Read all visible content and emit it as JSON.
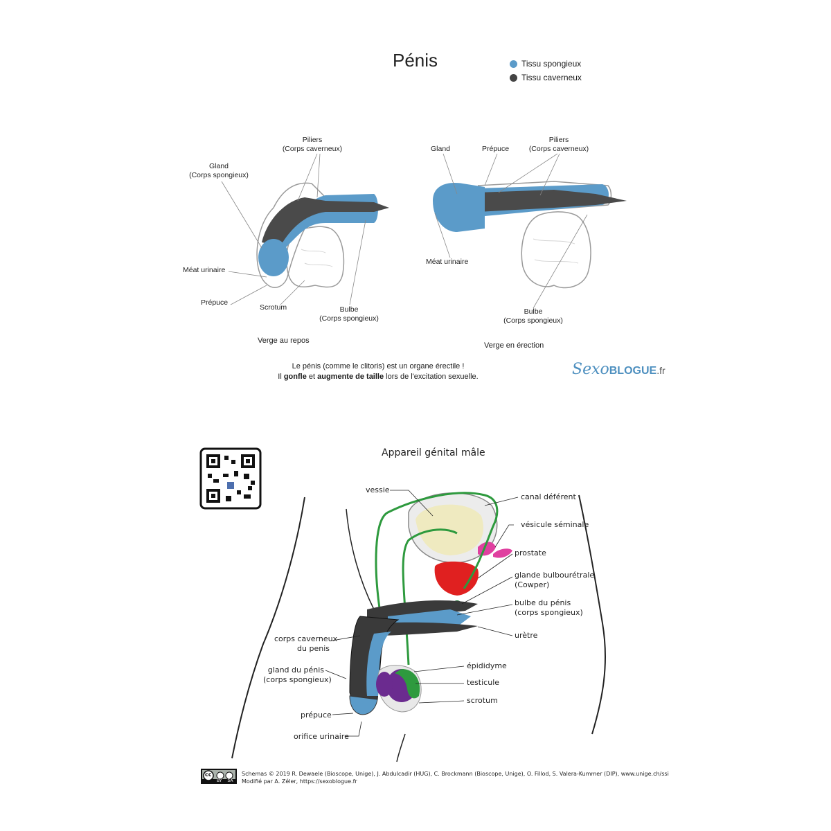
{
  "header": {
    "title": "Pénis",
    "legend": [
      {
        "label": "Tissu spongieux",
        "color": "#5b9bc9"
      },
      {
        "label": "Tissu caverneux",
        "color": "#444444"
      }
    ]
  },
  "colors": {
    "spongy": "#5b9bc9",
    "cavernous": "#4a4a4a",
    "outline": "#999999"
  },
  "rest": {
    "piliers": "Piliers",
    "piliers_sub": "(Corps caverneux)",
    "gland": "Gland",
    "gland_sub": "(Corps spongieux)",
    "meat": "Méat urinaire",
    "prepuce": "Prépuce",
    "scrotum": "Scrotum",
    "bulbe": "Bulbe",
    "bulbe_sub": "(Corps spongieux)",
    "caption": "Verge au repos"
  },
  "erect": {
    "gland": "Gland",
    "prepuce": "Prépuce",
    "piliers": "Piliers",
    "piliers_sub": "(Corps caverneux)",
    "meat": "Méat urinaire",
    "bulbe": "Bulbe",
    "bulbe_sub": "(Corps spongieux)",
    "caption": "Verge en érection"
  },
  "note": {
    "line1": "Le pénis (comme le clitoris) est un organe érectile !",
    "line2_a": "Il ",
    "line2_b": "gonfle",
    "line2_c": " et ",
    "line2_d": "augmente de taille",
    "line2_e": " lors de l'excitation sexuelle."
  },
  "logo": {
    "sexo": "Sexo",
    "blogue": "BLOGUE",
    "fr": ".fr"
  },
  "diagram2": {
    "title": "Appareil génital mâle",
    "right_labels": [
      "canal déférent",
      "vésicule séminale",
      "prostate",
      "glande bulbourétrale",
      "(Cowper)",
      "bulbe du pénis",
      "(corps spongieux)",
      "urètre",
      "épididyme",
      "testicule",
      "scrotum"
    ],
    "left_labels": [
      "vessie",
      "corps caverneux",
      "du penis",
      "gland du pénis",
      "(corps spongieux)",
      "prépuce",
      "orifice urinaire"
    ]
  },
  "credits": {
    "line1": "Schemas © 2019 R. Dewaele (Bioscope, Unige), J. Abdulcadir (HUG), C. Brockmann (Bioscope, Unige), O. Fillod, S. Valera-Kummer (DIP), www.unige.ch/ssi",
    "line2": "Modifié par A. Zéler, https://sexoblogue.fr",
    "cc": "cc",
    "by": "BY",
    "sa": "SA"
  }
}
